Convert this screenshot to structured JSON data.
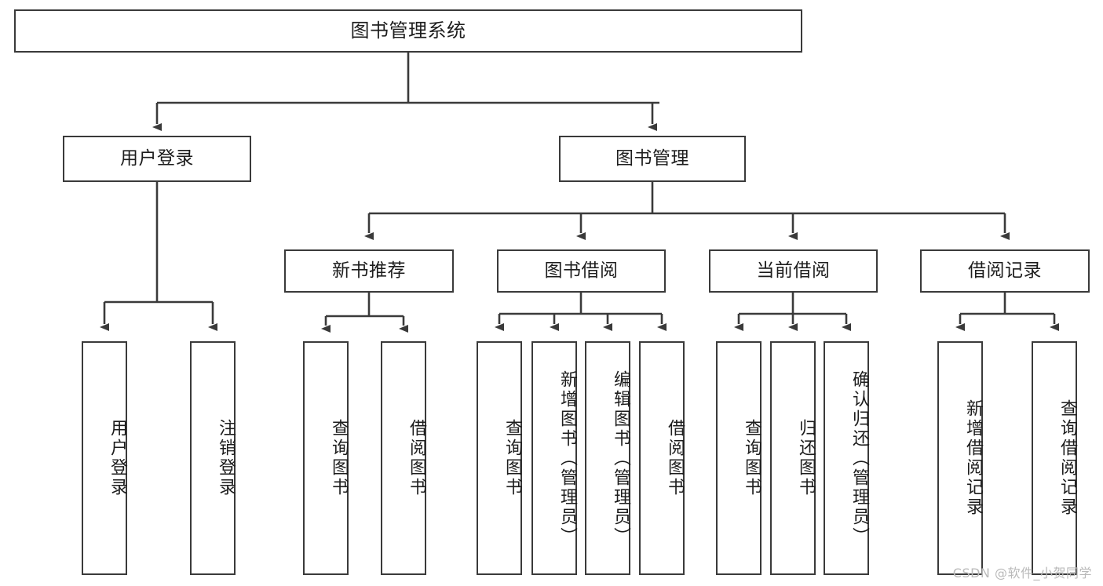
{
  "diagram": {
    "title": "图书管理系统",
    "type": "hierarchy-tree",
    "watermark": "CSDN @软件_小贺同学",
    "colors": {
      "stroke": "#3a3a3a",
      "fill": "#ffffff",
      "text": "#1d1d1d",
      "watermark": "#b9b9b9"
    },
    "levels": {
      "root": {
        "label": "图书管理系统"
      },
      "level2": [
        {
          "label": "用户登录"
        },
        {
          "label": "图书管理"
        }
      ],
      "level3": [
        {
          "label": "新书推荐"
        },
        {
          "label": "图书借阅"
        },
        {
          "label": "当前借阅"
        },
        {
          "label": "借阅记录"
        }
      ],
      "leaves": [
        {
          "label": "用户登录"
        },
        {
          "label": "注销登录"
        },
        {
          "label": "查询图书"
        },
        {
          "label": "借阅图书"
        },
        {
          "label": "查询图书"
        },
        {
          "label": "新增图书（管理员）"
        },
        {
          "label": "编辑图书（管理员）"
        },
        {
          "label": "借阅图书"
        },
        {
          "label": "查询图书"
        },
        {
          "label": "归还图书"
        },
        {
          "label": "确认归还（管理员）"
        },
        {
          "label": "新增借阅记录"
        },
        {
          "label": "查询借阅记录"
        }
      ]
    }
  }
}
